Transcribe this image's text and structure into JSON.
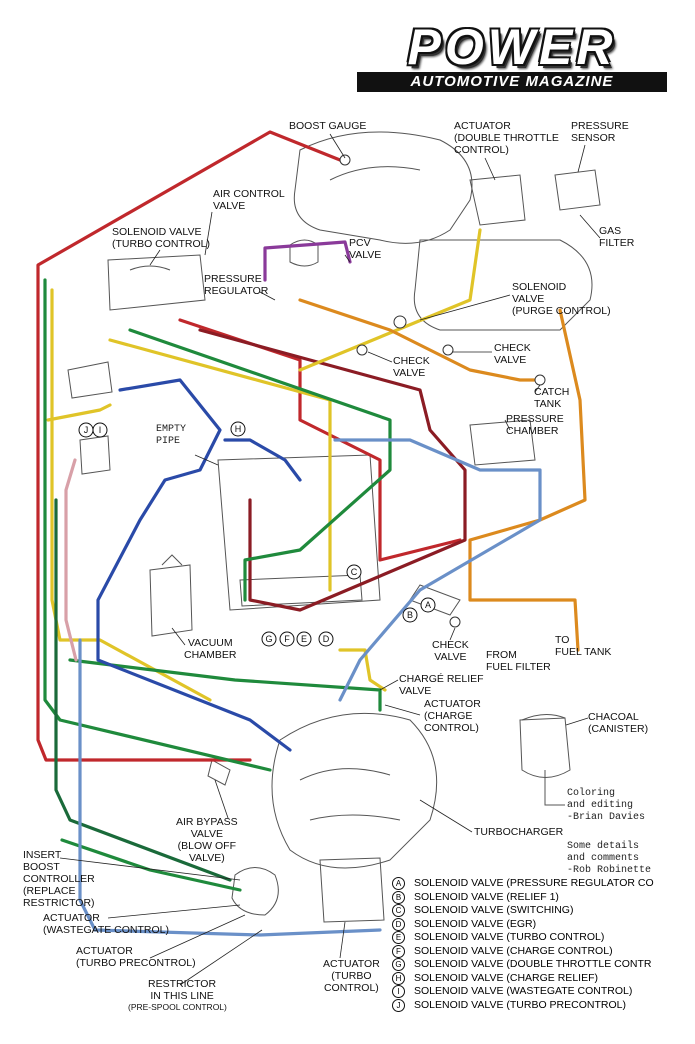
{
  "logo": {
    "title": "POWER",
    "subtitle": "AUTOMOTIVE MAGAZINE"
  },
  "labels": {
    "boost_gauge": "BOOST GAUGE",
    "actuator_double_throttle": "ACTUATOR\n(DOUBLE THROTTLE\nCONTROL)",
    "pressure_sensor": "PRESSURE\nSENSOR",
    "air_control_valve": "AIR CONTROL\nVALVE",
    "solenoid_turbo": "SOLENOID VALVE\n(TURBO CONTROL)",
    "gas_filter": "GAS\nFILTER",
    "pcv_valve": "PCV\nVALVE",
    "pressure_regulator": "PRESSURE\nREGULATOR",
    "solenoid_purge": "SOLENOID\nVALVE\n(PURGE CONTROL)",
    "check_valve_1": "CHECK\nVALVE",
    "check_valve_2": "CHECK\nVALVE",
    "catch_tank": "CATCH\nTANK",
    "pressure_chamber": "PRESSURE\nCHAMBER",
    "empty_pipe": "EMPTY\nPIPE",
    "vacuum_chamber": "VACUUM\nCHAMBER",
    "check_valve_3": "CHECK\nVALVE",
    "to_fuel_tank": "TO\nFUEL TANK",
    "from_fuel_filter": "FROM\nFUEL FILTER",
    "charge_relief_valve": "CHARGÉ RELIEF\nVALVE",
    "actuator_charge": "ACTUATOR\n(CHARGE\nCONTROL)",
    "chacoal_canister": "CHACOAL\n(CANISTER)",
    "coloring_credit": "Coloring\nand editing\n-Brian Davies",
    "details_credit": "Some details\nand comments\n-Rob Robinette",
    "air_bypass_valve": "AIR BYPASS\nVALVE\n(BLOW OFF\nVALVE)",
    "turbocharger": "TURBOCHARGER",
    "insert_boost": "INSERT\nBOOST\nCONTROLLER\n(REPLACE\nRESTRICTOR)",
    "actuator_wastegate": "ACTUATOR\n(WASTEGATE CONTROL)",
    "actuator_turbo_precontrol": "ACTUATOR\n(TURBO PRECONTROL)",
    "restrictor": "RESTRICTOR\nIN THIS LINE",
    "pre_spool": "(PRE-SPOOL CONTROL)",
    "actuator_turbo_control": "ACTUATOR\n(TURBO\nCONTROL)"
  },
  "markers": {
    "a": "A",
    "b": "B",
    "c": "C",
    "d": "D",
    "e": "E",
    "f": "F",
    "g": "G",
    "h": "H",
    "i": "I",
    "j": "J"
  },
  "legend": [
    {
      "key": "A",
      "text": "SOLENOID VALVE (PRESSURE REGULATOR CO"
    },
    {
      "key": "B",
      "text": "SOLENOID VALVE (RELIEF 1)"
    },
    {
      "key": "C",
      "text": "SOLENOID VALVE (SWITCHING)"
    },
    {
      "key": "D",
      "text": "SOLENOID VALVE (EGR)"
    },
    {
      "key": "E",
      "text": "SOLENOID VALVE (TURBO CONTROL)"
    },
    {
      "key": "F",
      "text": "SOLENOID VALVE (CHARGE CONTROL)"
    },
    {
      "key": "G",
      "text": "SOLENOID VALVE (DOUBLE THROTTLE CONTR"
    },
    {
      "key": "H",
      "text": "SOLENOID VALVE (CHARGE RELIEF)"
    },
    {
      "key": "I",
      "text": "SOLENOID VALVE (WASTEGATE CONTROL)"
    },
    {
      "key": "J",
      "text": "SOLENOID VALVE (TURBO PRECONTROL)"
    }
  ],
  "colors": {
    "red": "#c0282c",
    "darkred": "#8b1c24",
    "yellow": "#e0c428",
    "orange": "#dc8a1e",
    "green": "#1f8a3c",
    "darkgreen": "#1a6a3a",
    "blue": "#2a4aa8",
    "lightblue": "#6a90c8",
    "purple": "#8a3a9a",
    "pink": "#d8a0a8"
  }
}
